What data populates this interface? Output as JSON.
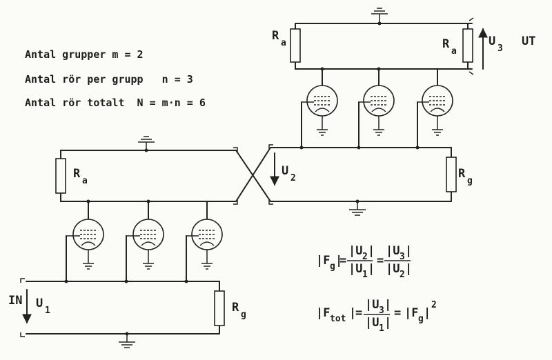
{
  "info": {
    "line1": "Antal grupper m = 2",
    "line2": "Antal rör per grupp   n = 3",
    "line3": "Antal rör totalt  N = m·n = 6"
  },
  "labels": {
    "ra": "R",
    "ra_sub": "a",
    "rg": "R",
    "rg_sub": "g",
    "u": "U",
    "u1_sub": "1",
    "u2_sub": "2",
    "u3_sub": "3",
    "in": "IN",
    "ut": "UT"
  },
  "formulas": {
    "fg_lhs": "|F",
    "fg_sub": "g",
    "fg_close": "|",
    "eq": "=",
    "u2_num": "|U",
    "u2_sub": "2",
    "u1_den": "|U",
    "u1_sub": "1",
    "u3_num": "|U",
    "u3_sub": "3",
    "u2_den": "|U",
    "u2d_sub": "2",
    "bar": "|",
    "ftot_lhs": "|F",
    "ftot_sub": "tot",
    "fg2": "|F",
    "fg2_sub": "g",
    "sq": "2"
  }
}
